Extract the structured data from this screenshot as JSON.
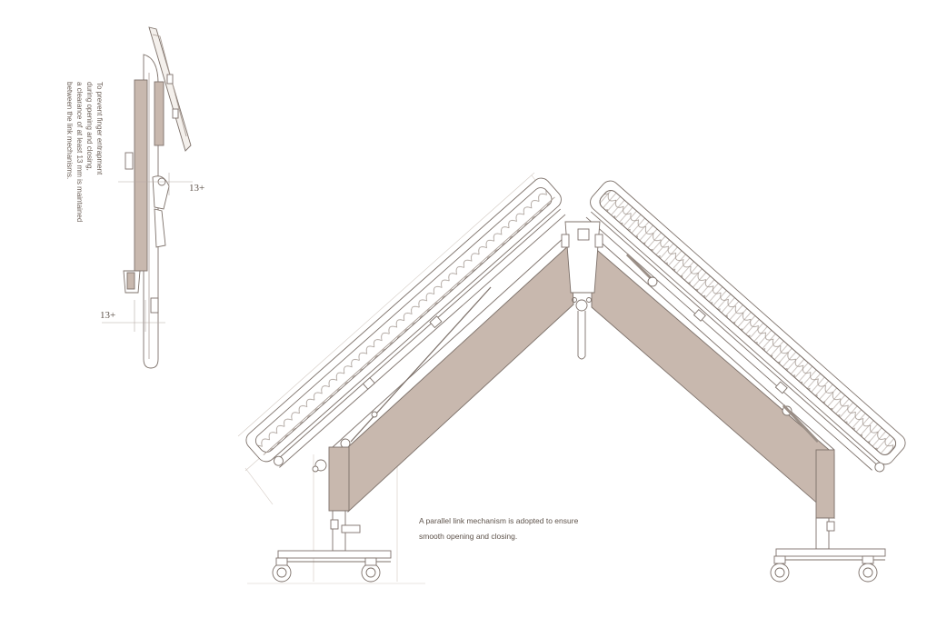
{
  "side_view": {
    "note_lines": [
      "To prevent finger entrapment",
      "during opening and closing,",
      "a clearance of at least 13 mm is maintained",
      "between the link mechanisms."
    ],
    "dim_upper": "13+",
    "dim_lower": "13+"
  },
  "front_view": {
    "note_lines": [
      "A parallel link mechanism is adopted to ensure",
      "smooth opening and closing."
    ]
  },
  "colors": {
    "line": "#7d716a",
    "light_line": "#c9c0b9",
    "panel_fill": "#c8b8ae",
    "text": "#5e534b"
  }
}
